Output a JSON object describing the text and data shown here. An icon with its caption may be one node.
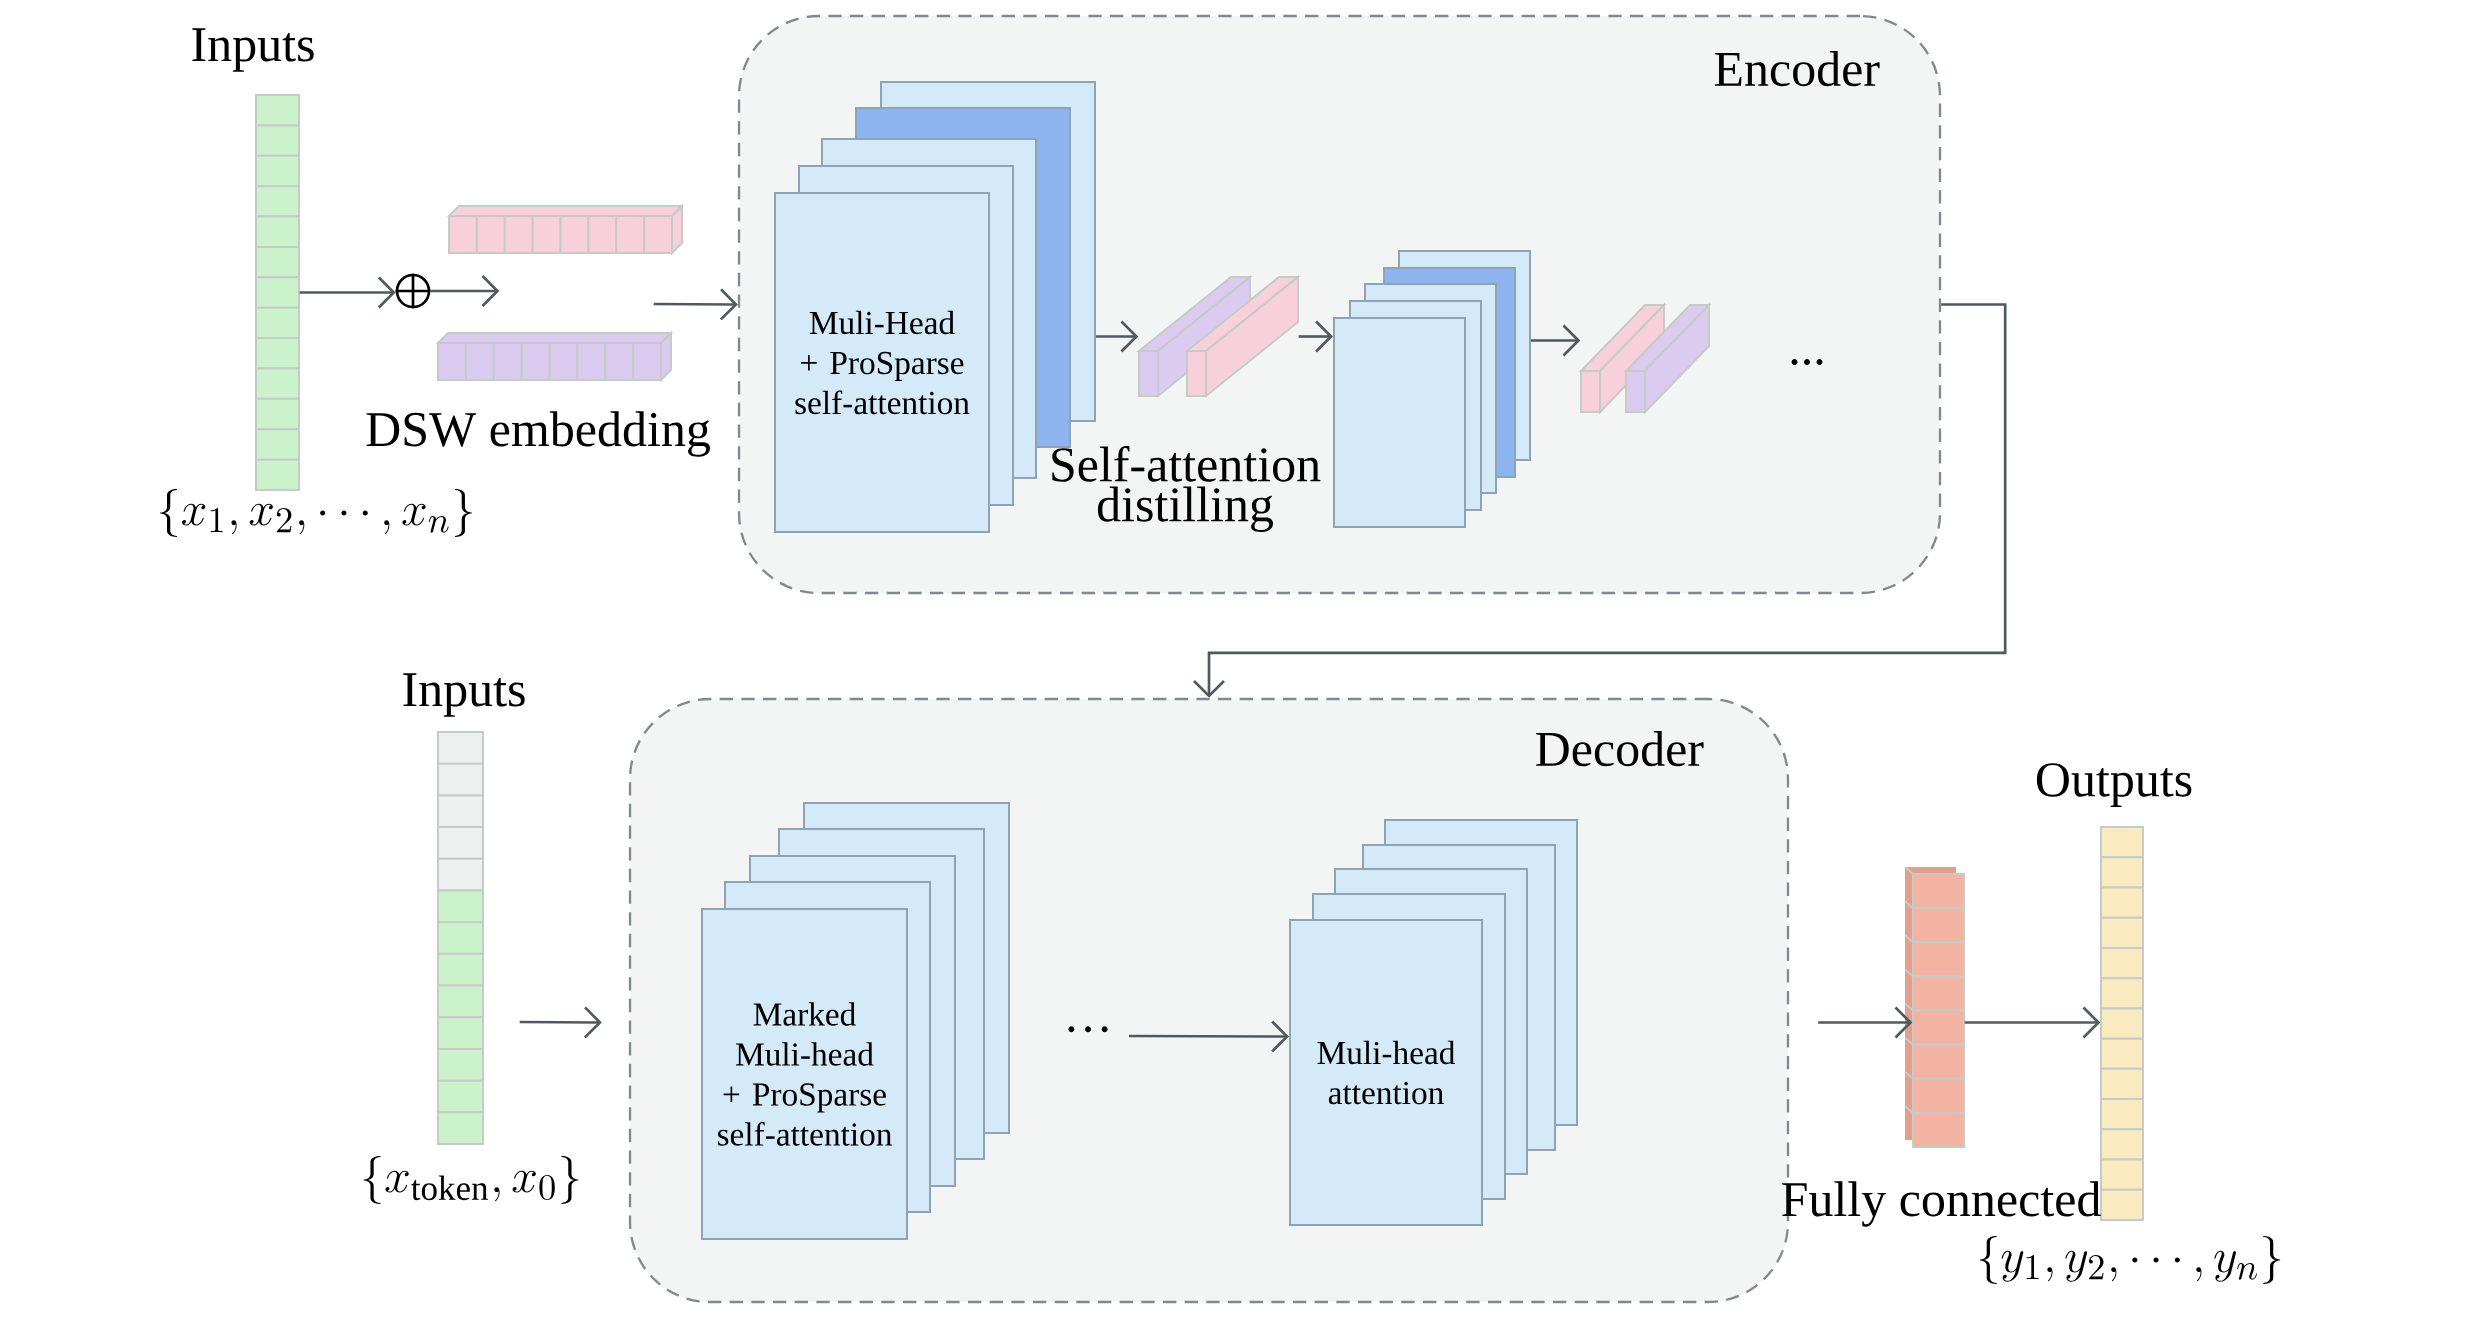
{
  "diagram": {
    "nodes": [
      {
        "text": [
          "Inputs"
        ],
        "beside": [
          "\\{x_1, x_2, \\cdots, x_n\\}"
        ]
      },
      {
        "text": [],
        "shape": "circle"
      },
      {
        "text": [],
        "shape": "bar"
      },
      {
        "text": [
          "Encoder"
        ]
      },
      {
        "text": [
          "Muli-Head + ProSparse self-attention"
        ],
        "in": 3
      },
      {
        "text": [],
        "shape": "bar",
        "in": 3
      },
      {
        "text": [],
        "shape": "bar",
        "in": 3
      },
      {
        "text": [],
        "shape": "box",
        "in": 3
      },
      {
        "text": [],
        "shape": "bar",
        "in": 3
      },
      {
        "text": [],
        "shape": "bar",
        "in": 3
      },
      {
        "text": [
          "Inputs"
        ],
        "beside": [
          "\\{x_{\\mathrm{token}}, x_0\\}"
        ]
      },
      {
        "text": [
          "Decoder"
        ]
      },
      {
        "text": [
          "Marked Muli-head + ProSparse self-attention"
        ],
        "in": 11
      },
      {
        "text": [
          "Muli-head attention"
        ],
        "in": 11
      },
      {
        "text": [],
        "shape": "bar"
      },
      {
        "text": [
          "Outputs"
        ],
        "beside": [
          "\\{y_1, y_2, \\cdots, y_n\\}"
        ]
      }
    ],
    "edges": [
      {
        "from": 0,
        "to": 1,
        "arrow": "to"
      },
      {
        "from": 1,
        "to": 2,
        "arrow": "to"
      },
      {
        "from": 2,
        "to": 3,
        "arrow": "to"
      },
      {
        "from": 4,
        "to": 5,
        "arrow": "to"
      },
      {
        "from": 6,
        "to": 7,
        "arrow": "to"
      },
      {
        "from": 7,
        "to": 8,
        "arrow": "to"
      },
      {
        "from": 3,
        "to": 11,
        "arrow": "to"
      },
      {
        "from": 10,
        "to": 11,
        "arrow": "to"
      },
      {
        "from": null,
        "to": 13,
        "arrow": "to"
      },
      {
        "from": 11,
        "to": 14,
        "arrow": "to"
      },
      {
        "from": 14,
        "to": 15,
        "arrow": "to"
      }
    ],
    "labels": [
      "DSW embedding",
      "Self-attention distilling",
      "...",
      "···",
      "Fully connected"
    ]
  }
}
